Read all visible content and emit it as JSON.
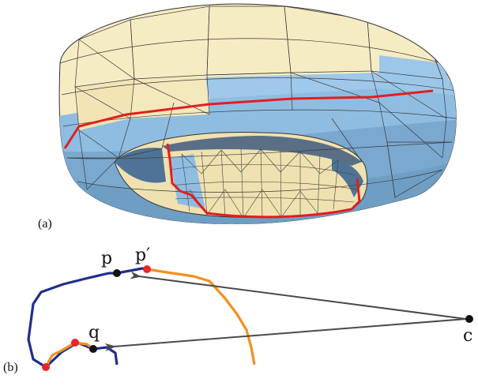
{
  "panels": {
    "a_label": "(a)",
    "b_label": "(b)"
  },
  "points": {
    "p": "p",
    "p_prime": "p′",
    "q": "q",
    "c": "c"
  },
  "colors": {
    "mesh_cream": "#f6ecc3",
    "mesh_blue": "#8fbde2",
    "mesh_dark_blue": "#6f9ec4",
    "cut_loop_red": "#e21e1e",
    "curve_navy": "#1f2f8c",
    "curve_orange": "#f2901e",
    "point_red": "#e8252b",
    "point_black": "#111111",
    "arrow_gray": "#4a4a4a"
  },
  "icons": {
    "torus": "triangulated-torus-mesh",
    "arrows": "closest-point-arrows"
  }
}
